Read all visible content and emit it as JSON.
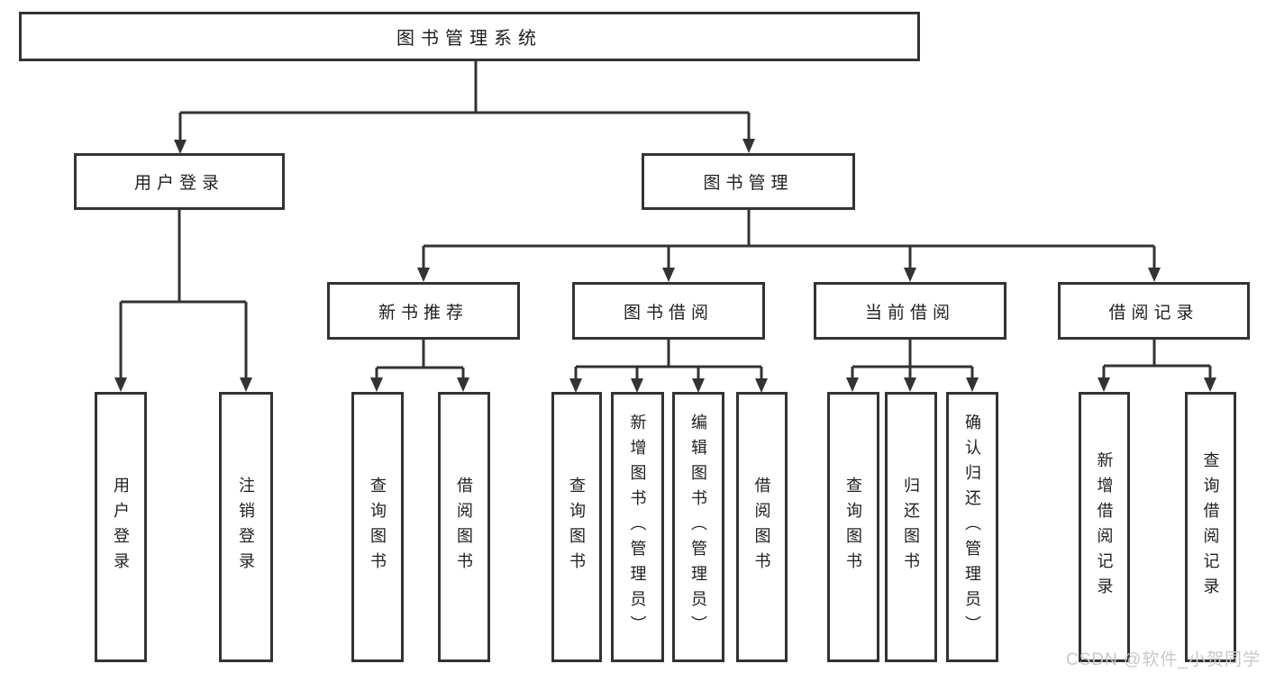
{
  "page": {
    "background": "#ffffff"
  },
  "colors": {
    "line": "#333333",
    "text": "#1f1f1f",
    "watermark": "#c8c8c8"
  },
  "diagram": {
    "type": "hierarchy-tree",
    "root": {
      "label": "图书管理系统"
    },
    "branches": [
      {
        "label": "用户登录",
        "children": [
          {
            "label": "用户登录"
          },
          {
            "label": "注销登录"
          }
        ]
      },
      {
        "label": "图书管理",
        "sections": [
          {
            "label": "新书推荐",
            "children": [
              {
                "label": "查询图书"
              },
              {
                "label": "借阅图书"
              }
            ]
          },
          {
            "label": "图书借阅",
            "children": [
              {
                "label": "查询图书"
              },
              {
                "label": "新增图书（管理员）"
              },
              {
                "label": "编辑图书（管理员）"
              },
              {
                "label": "借阅图书"
              }
            ]
          },
          {
            "label": "当前借阅",
            "children": [
              {
                "label": "查询图书"
              },
              {
                "label": "归还图书"
              },
              {
                "label": "确认归还（管理员）"
              }
            ]
          },
          {
            "label": "借阅记录",
            "children": [
              {
                "label": "新增借阅记录"
              },
              {
                "label": "查询借阅记录"
              }
            ]
          }
        ]
      }
    ]
  },
  "watermark": {
    "text": "CSDN @软件_小贺同学"
  }
}
